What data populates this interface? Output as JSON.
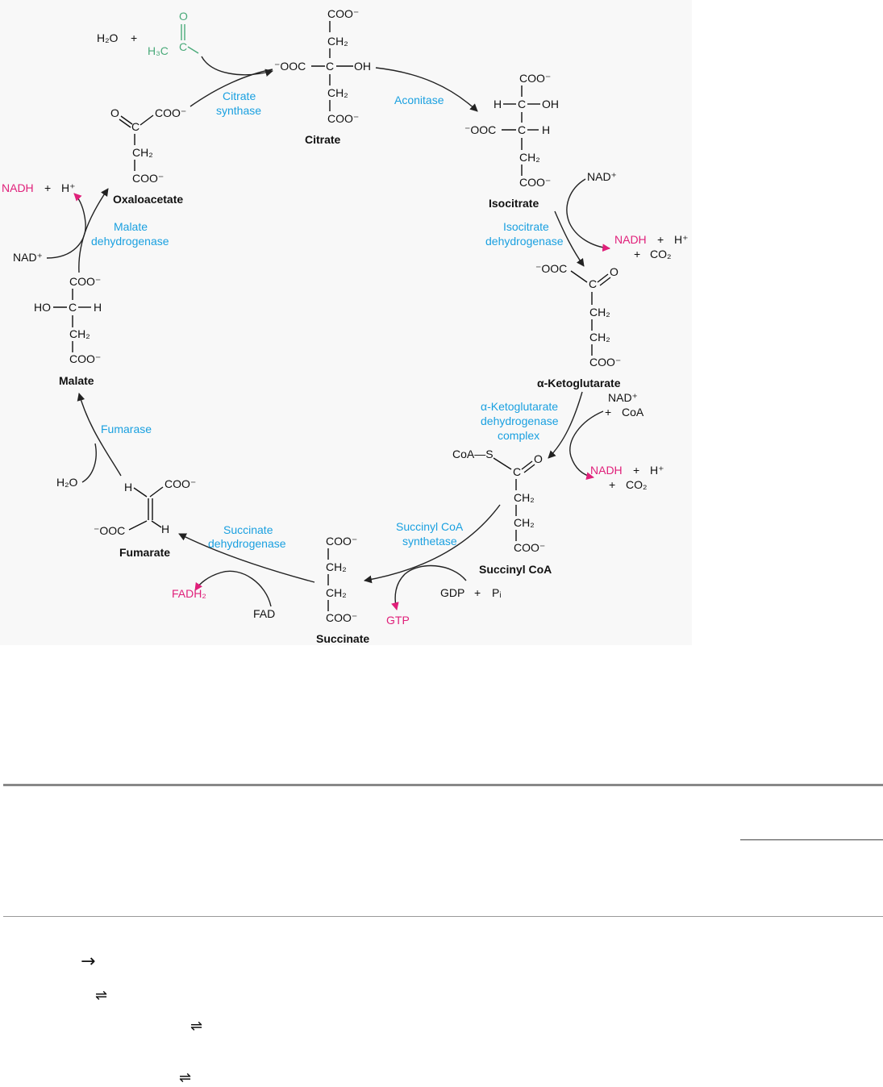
{
  "colors": {
    "enzyme": "#1aa0e0",
    "product": "#e0207a",
    "acetyl": "#4aaa7a",
    "ink": "#111111",
    "panel": "#f8f8f8"
  },
  "diagram": {
    "compounds": {
      "citrate": "Citrate",
      "isocitrate": "Isocitrate",
      "ketoglutarate": "α-Ketoglutarate",
      "succinyl_coa": "Succinyl CoA",
      "succinate": "Succinate",
      "fumarate": "Fumarate",
      "malate": "Malate",
      "oxaloacetate": "Oxaloacetate"
    },
    "enzymes": {
      "citrate_synthase": [
        "Citrate",
        "synthase"
      ],
      "aconitase": "Aconitase",
      "isocitrate_dh": [
        "Isocitrate",
        "dehydrogenase"
      ],
      "akg_dh": [
        "α-Ketoglutarate",
        "dehydrogenase",
        "complex"
      ],
      "succinyl_coa_synthetase": [
        "Succinyl CoA",
        "synthetase"
      ],
      "succinate_dh": [
        "Succinate",
        "dehydrogenase"
      ],
      "fumarase": "Fumarase",
      "malate_dh": [
        "Malate",
        "dehydrogenase"
      ]
    },
    "cofactors": {
      "nadh": "NADH",
      "nad": "NAD⁺",
      "h_plus": "H⁺",
      "co2": "CO₂",
      "coa": "CoA",
      "h2o": "H₂O",
      "gdp": "GDP",
      "pi": "Pᵢ",
      "gtp": "GTP",
      "fad": "FAD",
      "fadh2": "FADH₂",
      "plus": "+"
    },
    "groups": {
      "coo": "COO⁻",
      "ooc": "⁻OOC",
      "ch2": "CH₂",
      "c": "C",
      "o": "O",
      "oh": "OH",
      "ho": "HO",
      "h": "H",
      "h3c": "H₃C",
      "coa_s": "CoA—S"
    }
  },
  "symbols": {
    "arrow": "→",
    "equilibrium": "⇌"
  }
}
